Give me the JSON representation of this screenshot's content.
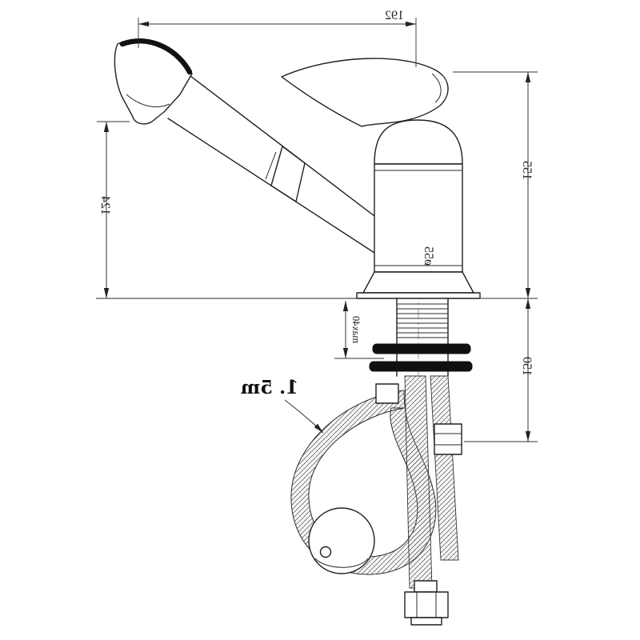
{
  "page": {
    "background": "#ffffff",
    "line_color": "#222222"
  },
  "drawing": {
    "subject": "pull-out kitchen faucet technical dimension drawing"
  },
  "labels": {
    "dim_spout_reach": "192",
    "dim_height_above_deck": "155",
    "dim_spout_height": "124",
    "dim_below_deck": "150",
    "dim_body_diameter": "ø55",
    "dim_deck_thickness": "max40",
    "hose_length": "1. 5m"
  }
}
